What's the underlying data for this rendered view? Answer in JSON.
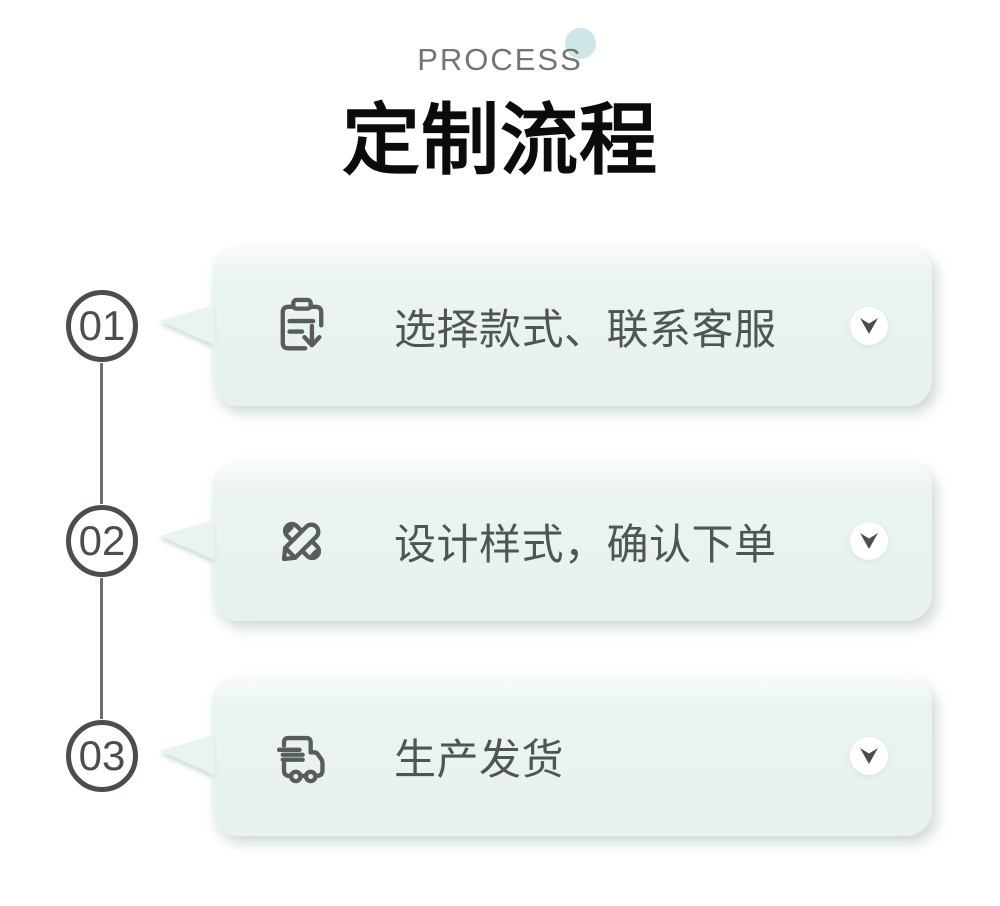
{
  "header": {
    "eyebrow": "PROCESS",
    "title": "定制流程"
  },
  "steps": [
    {
      "number": "01",
      "label": "选择款式、联系客服",
      "icon": "clipboard-order-icon",
      "expand_icon": "chevron-down-icon"
    },
    {
      "number": "02",
      "label": "设计样式，确认下单",
      "icon": "design-tools-icon",
      "expand_icon": "chevron-down-icon"
    },
    {
      "number": "03",
      "label": "生产发货",
      "icon": "delivery-truck-icon",
      "expand_icon": "chevron-down-icon"
    }
  ],
  "colors": {
    "card_background": "#e9f3f1",
    "eyebrow_dot": "#cfe6e7",
    "title_text": "#0b0b0b",
    "eyebrow_text": "#6f7674",
    "step_text": "#4f5454",
    "icon_stroke": "#585d5c",
    "number_badge": "#4a4f4e",
    "connector_line": "#6b6f6e",
    "chevron_glyph": "#4a4f4e"
  }
}
